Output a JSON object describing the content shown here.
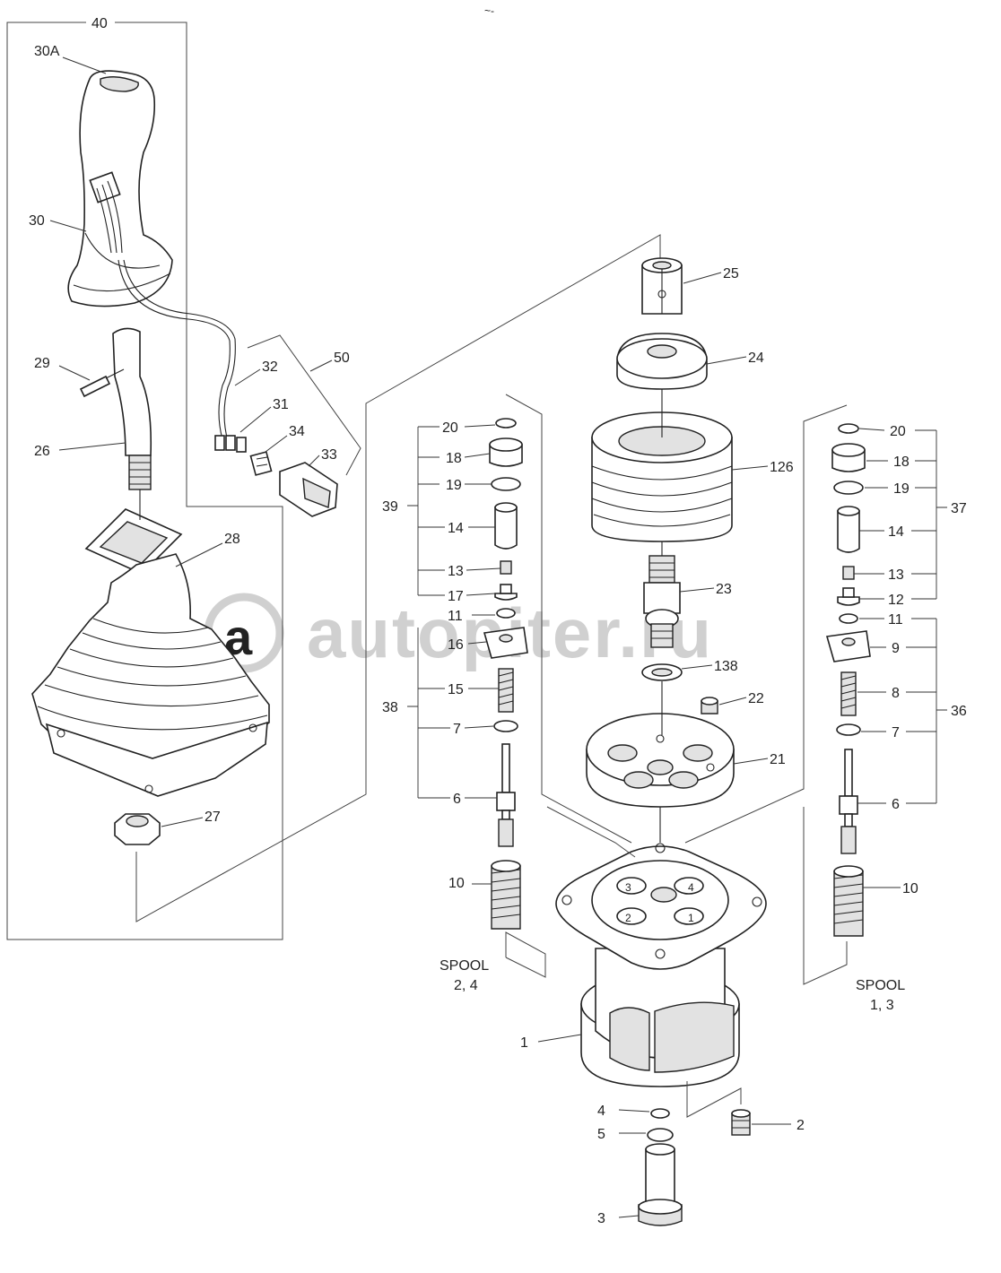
{
  "labels": {
    "p40": "40",
    "p30A": "30A",
    "p30": "30",
    "p29": "29",
    "p26": "26",
    "p28": "28",
    "p27": "27",
    "p32": "32",
    "p50": "50",
    "p31": "31",
    "p34": "34",
    "p33": "33",
    "p25": "25",
    "p24": "24",
    "p126": "126",
    "p23": "23",
    "p138": "138",
    "p22": "22",
    "p21": "21",
    "p1": "1",
    "p2": "2",
    "p3": "3",
    "p4": "4",
    "p5": "5",
    "l20": "20",
    "l18": "18",
    "l19": "19",
    "l14": "14",
    "l13": "13",
    "l17": "17",
    "l11": "11",
    "l16": "16",
    "l15": "15",
    "l7": "7",
    "l6": "6",
    "l10": "10",
    "l39": "39",
    "l38": "38",
    "r20": "20",
    "r18": "18",
    "r19": "19",
    "r14": "14",
    "r13": "13",
    "r12": "12",
    "r11": "11",
    "r9": "9",
    "r8": "8",
    "r7": "7",
    "r6": "6",
    "r10": "10",
    "r37": "37",
    "r36": "36",
    "hole1": "1",
    "hole2": "2",
    "hole3": "3",
    "hole4": "4"
  },
  "spool_left": {
    "line1": "SPOOL",
    "line2": "2, 4"
  },
  "spool_right": {
    "line1": "SPOOL",
    "line2": "1, 3"
  },
  "watermark": "autopiter.ru",
  "top_mark": "~-"
}
